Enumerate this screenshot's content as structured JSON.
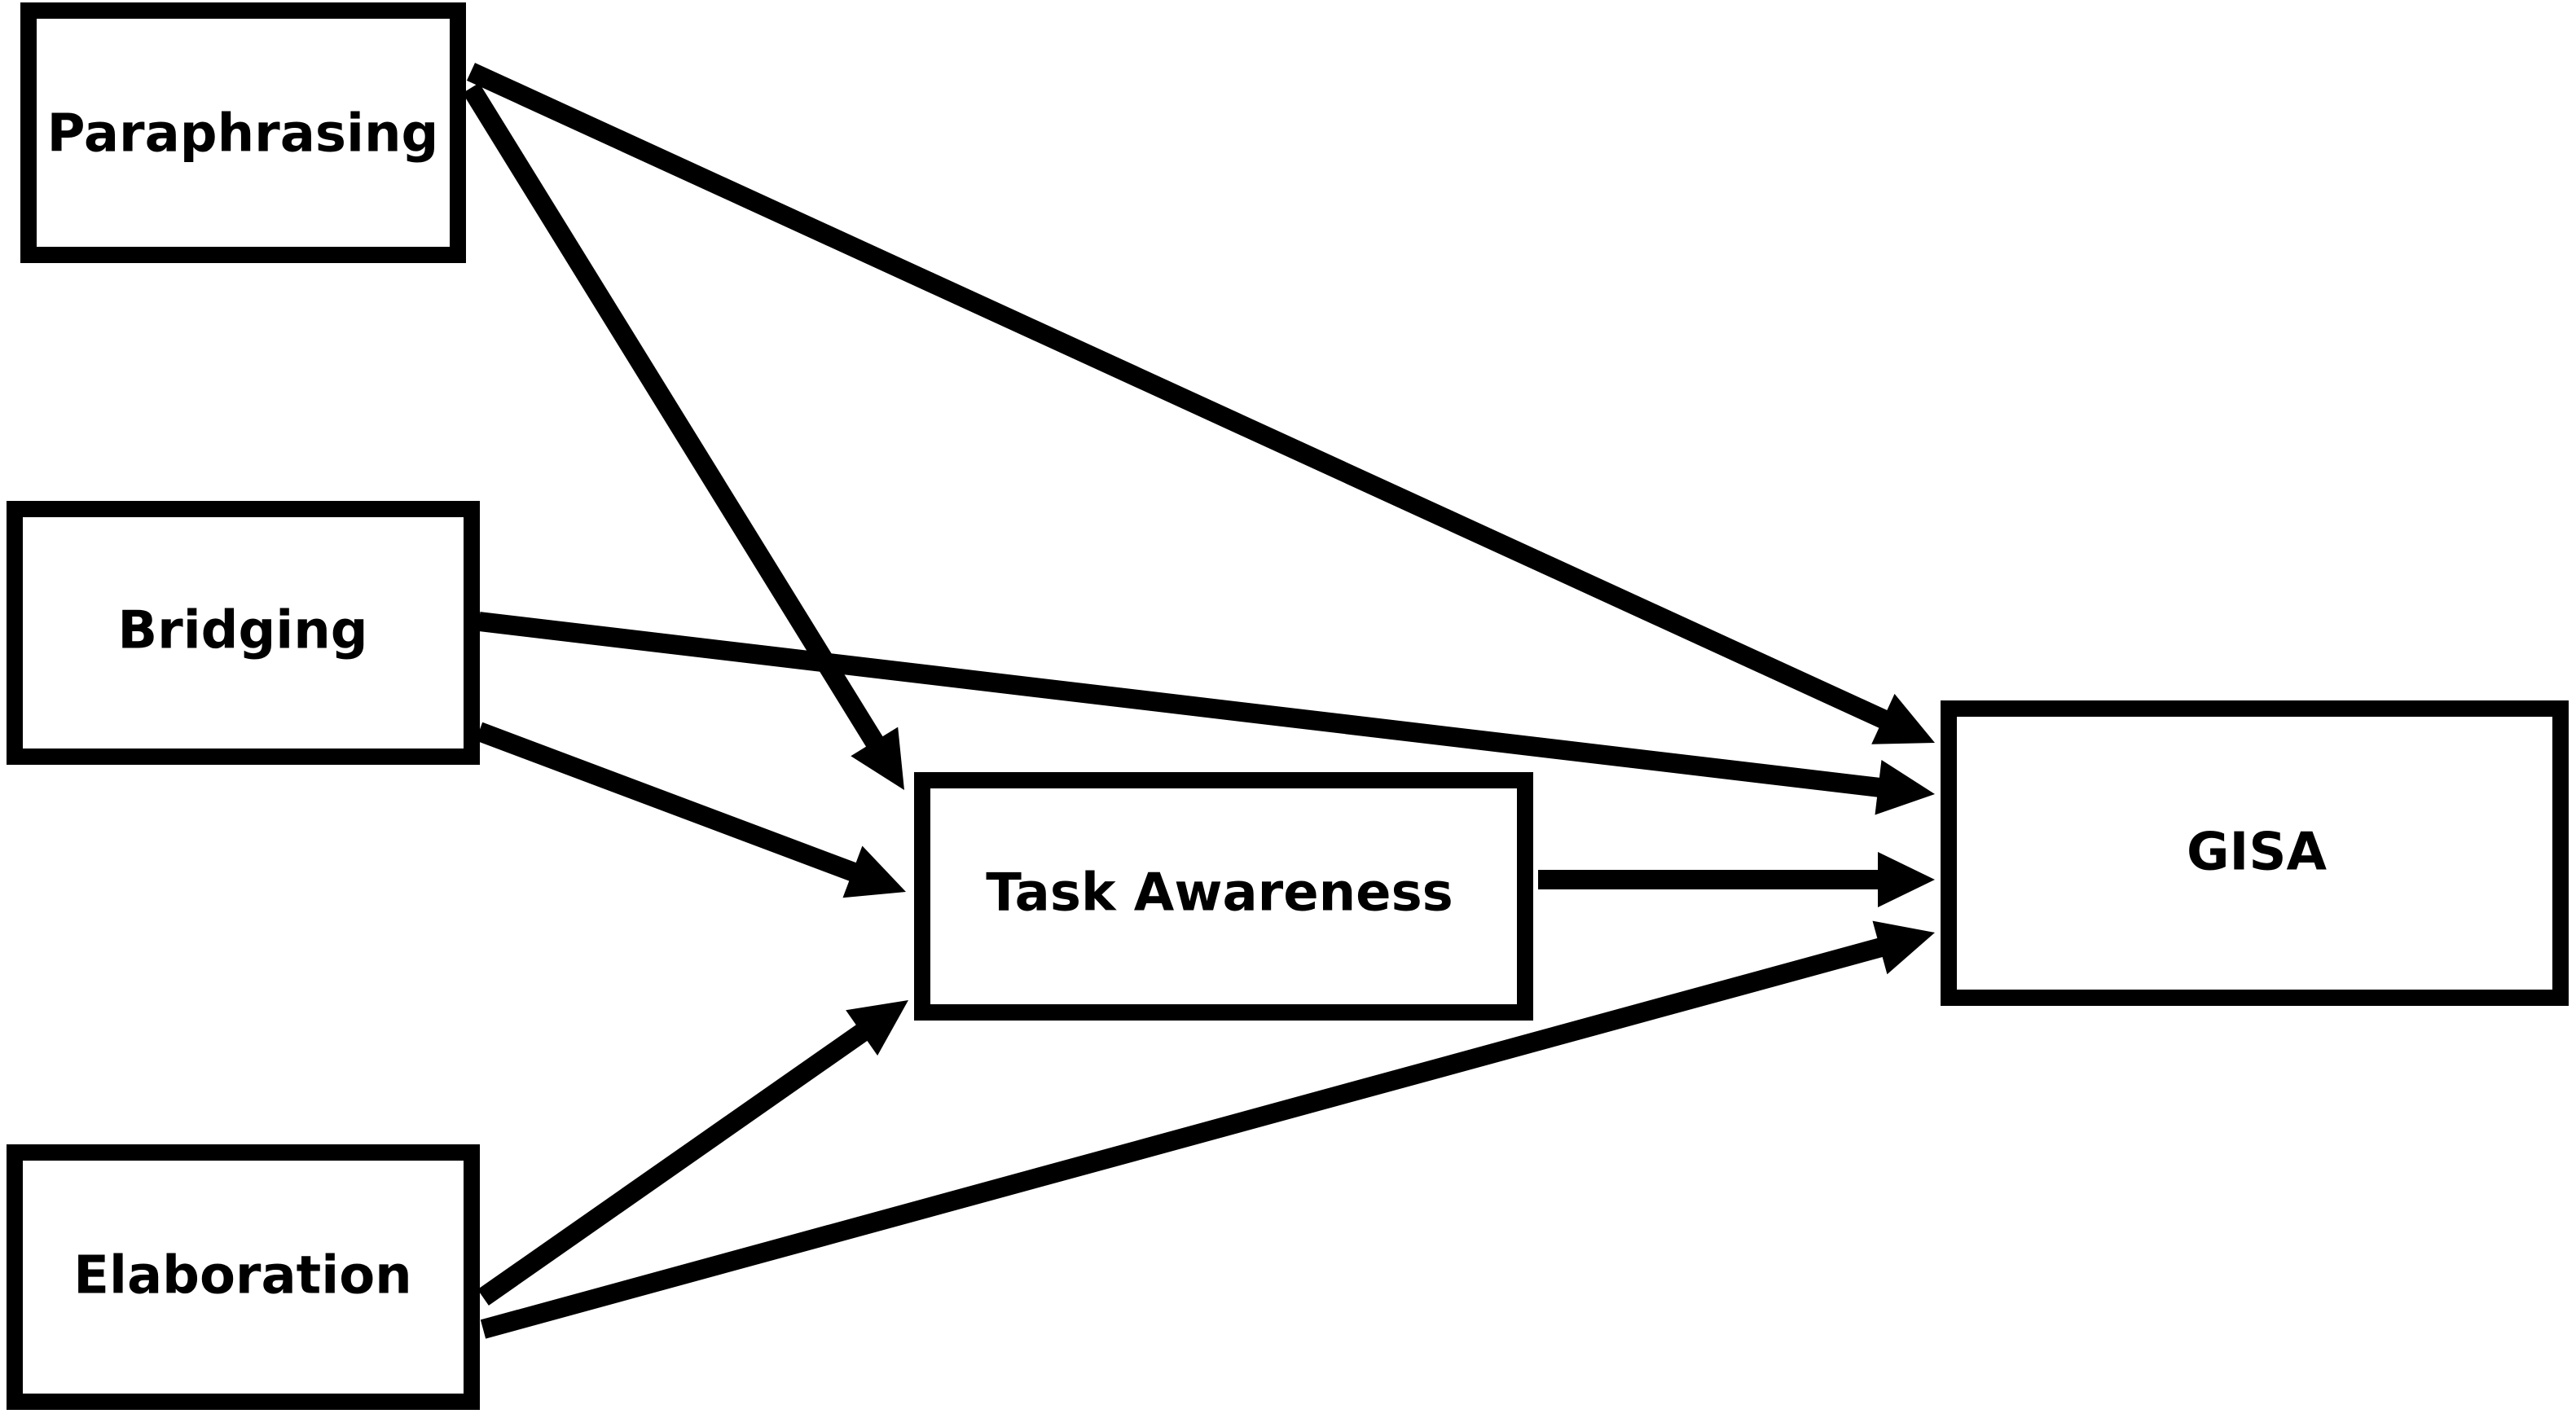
{
  "nodes": {
    "paraphrasing": {
      "label": "Paraphrasing"
    },
    "bridging": {
      "label": "Bridging"
    },
    "elaboration": {
      "label": "Elaboration"
    },
    "task_awareness": {
      "label": "Task Awareness"
    },
    "gisa": {
      "label": "GISA"
    }
  },
  "edges": [
    {
      "from": "paraphrasing",
      "to": "gisa"
    },
    {
      "from": "paraphrasing",
      "to": "task_awareness"
    },
    {
      "from": "bridging",
      "to": "gisa"
    },
    {
      "from": "bridging",
      "to": "task_awareness"
    },
    {
      "from": "task_awareness",
      "to": "gisa"
    },
    {
      "from": "elaboration",
      "to": "task_awareness"
    },
    {
      "from": "elaboration",
      "to": "gisa"
    }
  ],
  "colors": {
    "stroke": "#000000",
    "background": "#ffffff"
  }
}
